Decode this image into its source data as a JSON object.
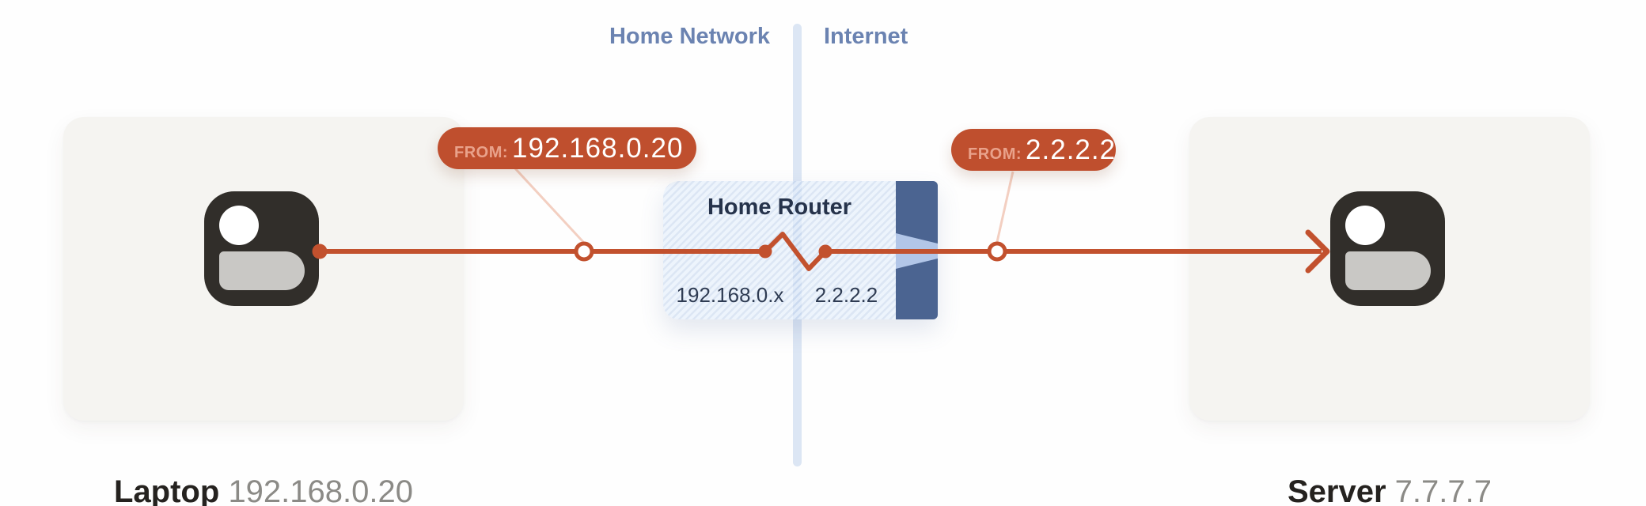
{
  "regions": {
    "home_network": "Home Network",
    "internet": "Internet"
  },
  "nodes": {
    "laptop": {
      "name": "Laptop",
      "ip": "192.168.0.20"
    },
    "router": {
      "title": "Home Router",
      "lan_ip": "192.168.0.x",
      "wan_ip": "2.2.2.2"
    },
    "server": {
      "name": "Server",
      "ip": "7.7.7.7"
    }
  },
  "packets": {
    "lan": {
      "label": "FROM:",
      "value": "192.168.0.20"
    },
    "wan": {
      "label": "FROM:",
      "value": "2.2.2.2"
    }
  },
  "icons": {
    "laptop": "user-avatar-icon",
    "server": "user-avatar-icon",
    "nat": "funnel-icon",
    "arrow": "arrowhead-icon"
  },
  "colors": {
    "accent": "#C2512E",
    "badge_bg": "#BF4F2E",
    "badge_label": "#E9A28B",
    "leader_line": "#F3CFC1",
    "region_label": "#6B83B1",
    "divider": "#DCE6F4",
    "router_box": "#DFE9F6",
    "nat_bar": "#4B6491",
    "nat_funnel": "#B2C6E8",
    "card_bg": "#F5F4F1",
    "icon_dark": "#312E2A",
    "name_text": "#25221F",
    "ip_text": "#8B8A86",
    "router_text": "#26334B"
  }
}
